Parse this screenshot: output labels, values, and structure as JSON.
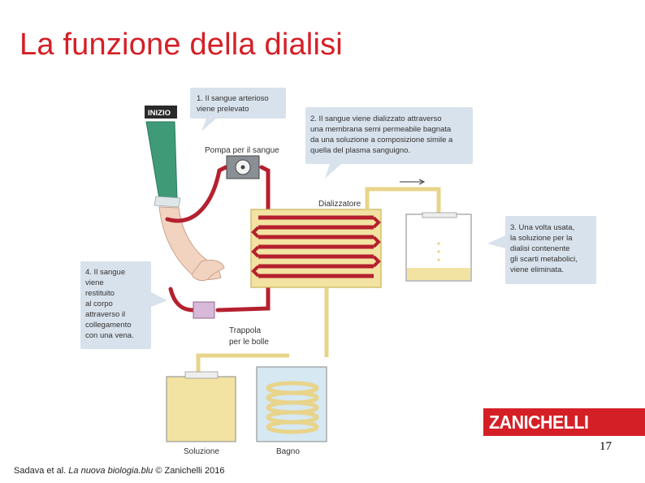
{
  "slide": {
    "title": "La funzione della dialisi",
    "page_number": "17",
    "credit_prefix": "Sadava et al. ",
    "credit_book": "La nuova biologia.blu",
    "credit_suffix": " © Zanichelli 2016",
    "publisher_logo": "ZANICHELLI"
  },
  "diagram": {
    "start_label": "INIZIO",
    "steps": [
      {
        "lines": [
          "1. Il sangue arterioso",
          "viene prelevato"
        ]
      },
      {
        "lines": [
          "2. Il sangue viene dializzato attraverso",
          "una membrana semi permeabile bagnata",
          "da una soluzione a composizione simile a",
          "quella del plasma sanguigno."
        ]
      },
      {
        "lines": [
          "3. Una volta usata,",
          "la soluzione per la",
          "dialisi contenente",
          "gli scarti metabolici,",
          "viene eliminata."
        ]
      },
      {
        "lines": [
          "4. Il sangue",
          "viene",
          "restituito",
          "al corpo",
          "attraverso il",
          "collegamento",
          "con una vena."
        ]
      }
    ],
    "labels": {
      "pump": "Pompa per il sangue",
      "dialyzer": "Dializzatore",
      "trap": [
        "Trappola",
        "per le bolle"
      ],
      "solution": "Soluzione",
      "bath": "Bagno"
    },
    "colors": {
      "blood": "#b5202e",
      "solution": "#f3e3a2",
      "bubble": "#d8e2ec",
      "title": "#d51f26"
    }
  }
}
